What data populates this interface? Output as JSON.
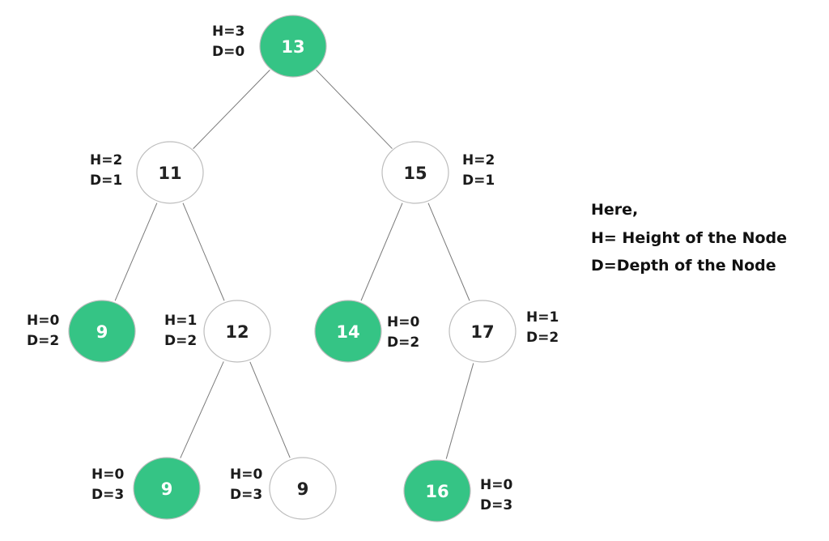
{
  "colors": {
    "highlight": "#35c485",
    "plain": "#ffffff",
    "node_text_on_green": "#ffffff",
    "node_text_on_white": "#222222"
  },
  "nodes": [
    {
      "id": "n13",
      "value": "13",
      "height_label": "H=3",
      "depth_label": "D=0",
      "highlighted": true
    },
    {
      "id": "n11",
      "value": "11",
      "height_label": "H=2",
      "depth_label": "D=1",
      "highlighted": false
    },
    {
      "id": "n15",
      "value": "15",
      "height_label": "H=2",
      "depth_label": "D=1",
      "highlighted": false
    },
    {
      "id": "n9a",
      "value": "9",
      "height_label": "H=0",
      "depth_label": "D=2",
      "highlighted": true
    },
    {
      "id": "n12",
      "value": "12",
      "height_label": "H=1",
      "depth_label": "D=2",
      "highlighted": false
    },
    {
      "id": "n14",
      "value": "14",
      "height_label": "H=0",
      "depth_label": "D=2",
      "highlighted": true
    },
    {
      "id": "n17",
      "value": "17",
      "height_label": "H=1",
      "depth_label": "D=2",
      "highlighted": false
    },
    {
      "id": "n9b",
      "value": "9",
      "height_label": "H=0",
      "depth_label": "D=3",
      "highlighted": true
    },
    {
      "id": "n9c",
      "value": "9",
      "height_label": "H=0",
      "depth_label": "D=3",
      "highlighted": false
    },
    {
      "id": "n16",
      "value": "16",
      "height_label": "H=0",
      "depth_label": "D=3",
      "highlighted": true
    }
  ],
  "edges": [
    [
      "n13",
      "n11"
    ],
    [
      "n13",
      "n15"
    ],
    [
      "n11",
      "n9a"
    ],
    [
      "n11",
      "n12"
    ],
    [
      "n15",
      "n14"
    ],
    [
      "n15",
      "n17"
    ],
    [
      "n12",
      "n9b"
    ],
    [
      "n12",
      "n9c"
    ],
    [
      "n17",
      "n16"
    ]
  ],
  "legend": {
    "line1": "Here,",
    "line2": "H= Height of the Node",
    "line3": "D=Depth of the Node"
  }
}
